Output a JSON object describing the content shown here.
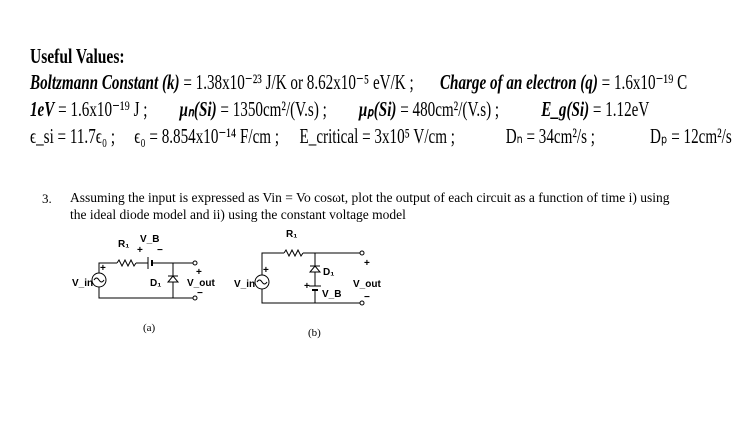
{
  "heading": "Useful Values:",
  "constants": {
    "row1": [
      {
        "label": "Boltzmann Constant (k)",
        "value": " = 1.38x10⁻²³ J/K or 8.62x10⁻⁵ eV/K ;"
      },
      {
        "label": "Charge of an electron (q)",
        "value": " = 1.6x10⁻¹⁹ C"
      }
    ],
    "row2": [
      {
        "label": "1eV",
        "value": " = 1.6x10⁻¹⁹ J ;"
      },
      {
        "label": "μₙ(Si)",
        "value": " = 1350cm²/(V.s) ;"
      },
      {
        "label": "μₚ(Si)",
        "value": " = 480cm²/(V.s) ;"
      },
      {
        "label": "E_g(Si)",
        "value": " = 1.12eV"
      }
    ],
    "row3": [
      {
        "text": "ϵ_si = 11.7ϵ₀ ;"
      },
      {
        "text": "ϵ₀ = 8.854x10⁻¹⁴ F/cm ;"
      },
      {
        "text": "E_critical = 3x10⁵ V/cm ;"
      },
      {
        "text": "Dₙ = 34cm²/s ;"
      },
      {
        "text": "Dₚ = 12cm²/s"
      }
    ]
  },
  "question": {
    "number": "3.",
    "text": "Assuming the input is expressed as Vin = Vo cosωt, plot the output of each circuit as a function of time i) using the ideal diode model and ii) using the constant voltage model"
  },
  "circuit_a": {
    "r1": "R₁",
    "vb": "V_B",
    "d1": "D₁",
    "vin": "V_in",
    "vout": "V_out",
    "plus": "+",
    "minus": "−",
    "caption": "(a)"
  },
  "circuit_b": {
    "r1": "R₁",
    "vb": "V_B",
    "d1": "D₁",
    "vin": "V_in",
    "vout": "V_out",
    "plus": "+",
    "minus": "−",
    "caption": "(b)"
  }
}
